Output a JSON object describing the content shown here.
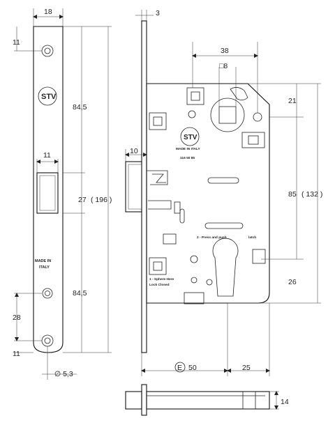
{
  "faceplate": {
    "width_dim": "18",
    "top_hole_dim": "11",
    "upper_height_dim": "84,5",
    "latch_width_dim": "11",
    "middle_height_dim": "27",
    "total_height_dim": "( 196 )",
    "lower_height_dim": "84,5",
    "lower_hole_dim": "28",
    "bottom_hole_dim": "11",
    "hole_diameter_dim": "∅ 5,3",
    "logo_text": "STV",
    "made_in_line1": "MADE IN",
    "made_in_line2": "ITALY"
  },
  "body": {
    "plate_thickness_dim": "3",
    "center_dim": "38",
    "square_dim": "□8",
    "top_right_dim": "21",
    "latch_projection_dim": "10",
    "logo_text": "STV",
    "logo_subtext": "MADE IN ITALY",
    "code": "116 50 85",
    "height_dim": "85",
    "total_height_dim": "( 132 )",
    "press_push_label": "2 - Press and push",
    "latch_label": "latch",
    "sphere_label": "1 - Sphere Here",
    "lock_closed_label": "Lock Closed",
    "bottom_right_dim": "26",
    "backset_marker": "E",
    "backset_dim": "50",
    "cylinder_dim": "25",
    "depth_dim": "14"
  }
}
